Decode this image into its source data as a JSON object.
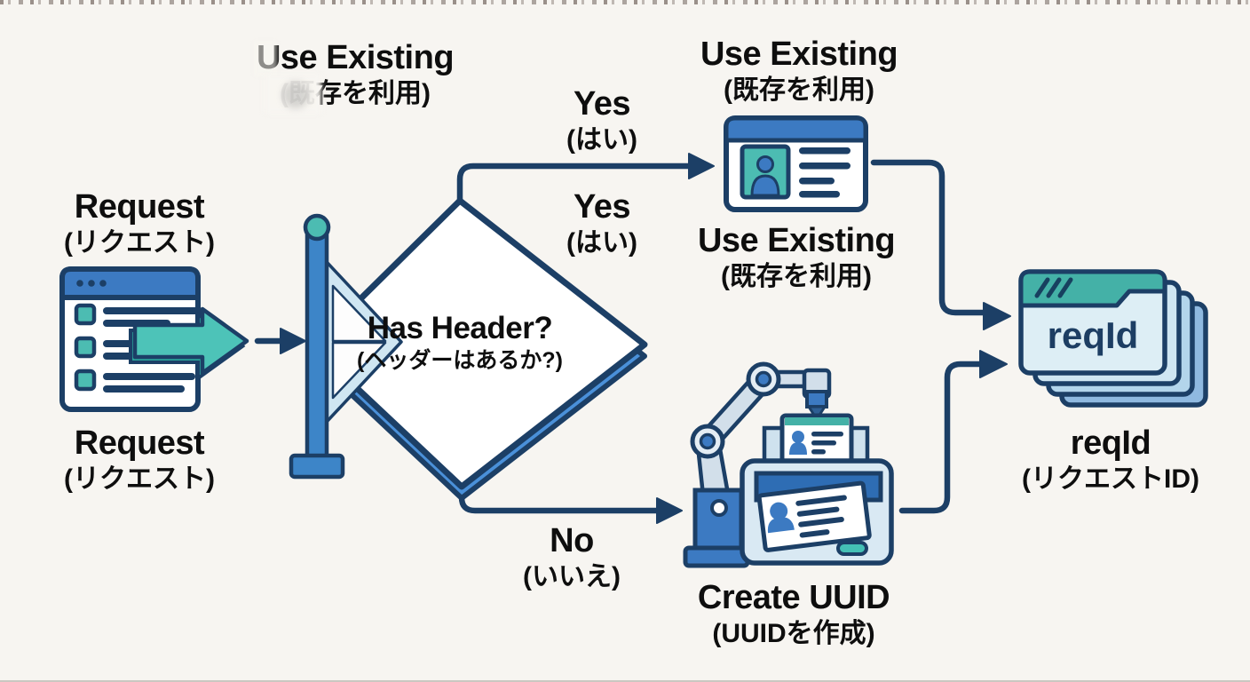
{
  "nodes": {
    "request": {
      "en": "Request",
      "ja": "(リクエスト)"
    },
    "decision": {
      "en": "Has Header?",
      "ja": "(ヘッダーはあるか?)"
    },
    "use_existing": {
      "en": "Use Existing",
      "ja": "(既存を利用)"
    },
    "create_uuid": {
      "en": "Create UUID",
      "ja": "(UUIDを作成)"
    },
    "reqid": {
      "en": "reqId",
      "ja": "(リクエストID)"
    }
  },
  "edges": {
    "yes": {
      "en": "Yes",
      "ja": "(はい)"
    },
    "no": {
      "en": "No",
      "ja": "(いいえ)"
    }
  },
  "icons": {
    "reqid_stack_text": "reqId"
  },
  "colors": {
    "background": "#f7f5f1",
    "outline_navy": "#1c3f66",
    "blue": "#3c7ac2",
    "mid_blue": "#2e6db4",
    "teal": "#4cbcb2",
    "stack_header_teal": "#44b1a7",
    "light_blue": "#cfe6f2",
    "machine_body": "#d9e9f3",
    "diamond_side_blue": "#4a90d9",
    "text": "#0e0e0e"
  }
}
